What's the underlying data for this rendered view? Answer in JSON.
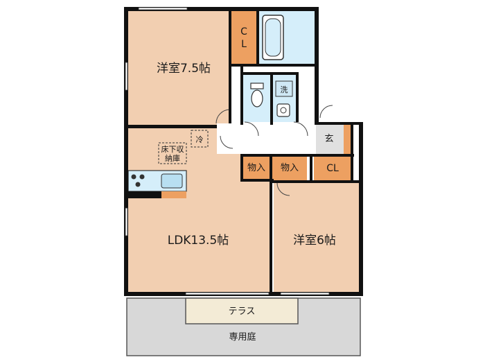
{
  "rooms": {
    "bedroom_large": "洋室7.5帖",
    "bedroom_small": "洋室6帖",
    "ldk": "LDK13.5帖",
    "terrace": "テラス",
    "private_garden": "専用庭"
  },
  "labels": {
    "closet_upper": [
      "C",
      "L"
    ],
    "closet_lower": "CL",
    "storage_1": "物入",
    "storage_2": "物入",
    "entrance": "玄",
    "laundry": "洗",
    "fridge": "冷",
    "underfloor_storage": [
      "床下収",
      "納庫"
    ]
  },
  "colors": {
    "room_floor": "#f2cfb1",
    "closet": "#eda061",
    "wet_area": "#d5eefa",
    "hall": "#ffffff",
    "entrance": "#e0e0e0",
    "garden": "#d8d8d8",
    "terrace": "#f3ebd6",
    "wall": "#111111"
  }
}
